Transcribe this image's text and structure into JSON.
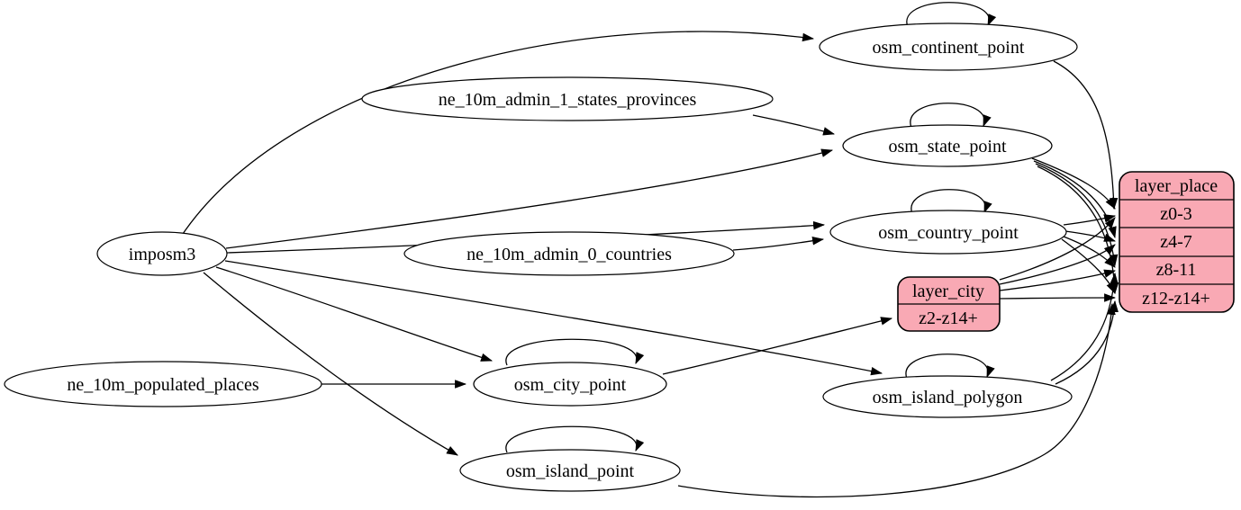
{
  "diagram": {
    "type": "etl-flow-graph",
    "colors": {
      "background": "#ffffff",
      "ellipse_fill": "#ffffff",
      "record_fill": "#f9a9b4",
      "stroke": "#000000"
    },
    "nodes": {
      "imposm3": {
        "label": "imposm3"
      },
      "ne_10m_admin_1_states_provinces": {
        "label": "ne_10m_admin_1_states_provinces"
      },
      "ne_10m_admin_0_countries": {
        "label": "ne_10m_admin_0_countries"
      },
      "ne_10m_populated_places": {
        "label": "ne_10m_populated_places"
      },
      "osm_continent_point": {
        "label": "osm_continent_point"
      },
      "osm_state_point": {
        "label": "osm_state_point"
      },
      "osm_country_point": {
        "label": "osm_country_point"
      },
      "osm_city_point": {
        "label": "osm_city_point"
      },
      "osm_island_polygon": {
        "label": "osm_island_polygon"
      },
      "osm_island_point": {
        "label": "osm_island_point"
      },
      "layer_place": {
        "title": "layer_place",
        "rows": [
          "z0-3",
          "z4-7",
          "z8-11",
          "z12-z14+"
        ]
      },
      "layer_city": {
        "title": "layer_city",
        "rows": [
          "z2-z14+"
        ]
      }
    },
    "edges": [
      {
        "from": "imposm3",
        "to": "osm_continent_point"
      },
      {
        "from": "imposm3",
        "to": "osm_state_point"
      },
      {
        "from": "imposm3",
        "to": "osm_country_point"
      },
      {
        "from": "imposm3",
        "to": "osm_city_point"
      },
      {
        "from": "imposm3",
        "to": "osm_island_polygon"
      },
      {
        "from": "imposm3",
        "to": "osm_island_point"
      },
      {
        "from": "ne_10m_admin_1_states_provinces",
        "to": "osm_state_point"
      },
      {
        "from": "ne_10m_admin_0_countries",
        "to": "osm_country_point"
      },
      {
        "from": "ne_10m_populated_places",
        "to": "osm_city_point"
      },
      {
        "from": "osm_continent_point",
        "to": "osm_continent_point"
      },
      {
        "from": "osm_state_point",
        "to": "osm_state_point"
      },
      {
        "from": "osm_country_point",
        "to": "osm_country_point"
      },
      {
        "from": "osm_city_point",
        "to": "osm_city_point"
      },
      {
        "from": "osm_island_polygon",
        "to": "osm_island_polygon"
      },
      {
        "from": "osm_island_point",
        "to": "osm_island_point"
      },
      {
        "from": "osm_continent_point",
        "to": "layer_place:z0-3"
      },
      {
        "from": "osm_state_point",
        "to": "layer_place:z0-3"
      },
      {
        "from": "osm_state_point",
        "to": "layer_place:z4-7"
      },
      {
        "from": "osm_state_point",
        "to": "layer_place:z8-11"
      },
      {
        "from": "osm_state_point",
        "to": "layer_place:z12-z14+"
      },
      {
        "from": "osm_country_point",
        "to": "layer_place:z0-3"
      },
      {
        "from": "osm_country_point",
        "to": "layer_place:z4-7"
      },
      {
        "from": "osm_country_point",
        "to": "layer_place:z8-11"
      },
      {
        "from": "osm_country_point",
        "to": "layer_place:z12-z14+"
      },
      {
        "from": "osm_city_point",
        "to": "layer_city:z2-z14+"
      },
      {
        "from": "layer_city",
        "to": "layer_place:z0-3"
      },
      {
        "from": "layer_city",
        "to": "layer_place:z4-7"
      },
      {
        "from": "layer_city",
        "to": "layer_place:z8-11"
      },
      {
        "from": "layer_city",
        "to": "layer_place:z12-z14+"
      },
      {
        "from": "osm_island_polygon",
        "to": "layer_place:z8-11"
      },
      {
        "from": "osm_island_polygon",
        "to": "layer_place:z12-z14+"
      },
      {
        "from": "osm_island_point",
        "to": "layer_place:z12-z14+"
      }
    ]
  }
}
